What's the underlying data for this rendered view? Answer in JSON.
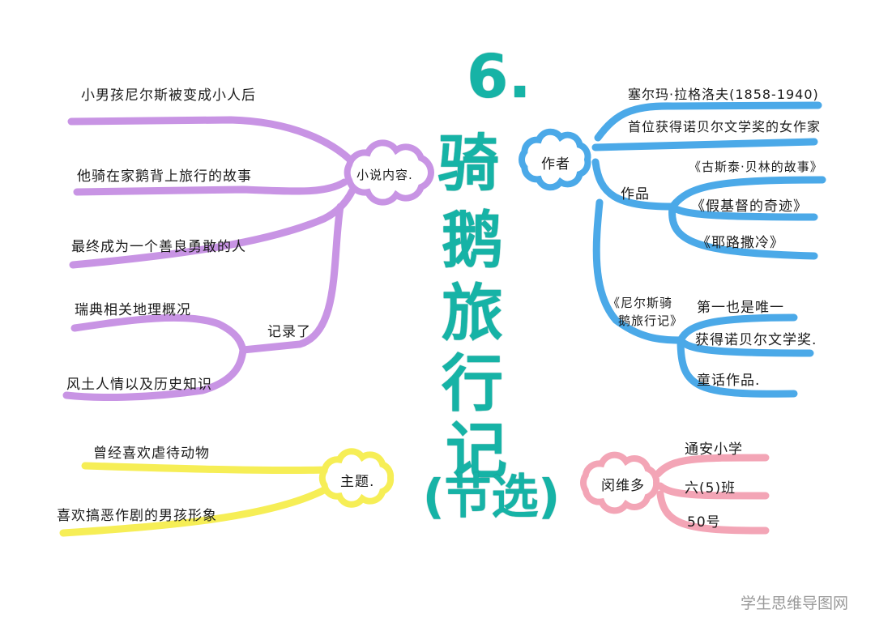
{
  "title": {
    "number": "6.",
    "chars": [
      "骑",
      "鹅",
      "旅",
      "行",
      "记"
    ],
    "subtitle": "(节选)"
  },
  "colors": {
    "purple": "#c894e4",
    "blue": "#4ba9e8",
    "yellow": "#f6ee56",
    "pink": "#f3a5b6",
    "teal": "#16b3a6"
  },
  "novel_content": {
    "label": "小说内容.",
    "items": [
      "小男孩尼尔斯被变成小人后",
      "他骑在家鹅背上旅行的故事",
      "最终成为一个善良勇敢的人"
    ],
    "records": {
      "label": "记录了",
      "items": [
        "瑞典相关地理概况",
        "风土人情以及历史知识"
      ]
    }
  },
  "author": {
    "label": "作者",
    "items": [
      "塞尔玛·拉格洛夫(1858-1940)",
      "首位获得诺贝尔文学奖的女作家"
    ],
    "works": {
      "label": "作品",
      "items": [
        "《古斯泰·贝林的故事》",
        "《假基督的奇迹》",
        "《耶路撒冷》"
      ]
    },
    "book": {
      "label_line1": "《尼尔斯骑",
      "label_line2": "鹅旅行记》",
      "items": [
        "第一也是唯一",
        "获得诺贝尔文学奖.",
        "童话作品."
      ]
    }
  },
  "theme": {
    "label": "主题.",
    "items": [
      "曾经喜欢虐待动物",
      "喜欢搞恶作剧的男孩形象"
    ]
  },
  "student": {
    "name": "闵维多",
    "items": [
      "通安小学",
      "六(5)班",
      "50号"
    ]
  },
  "watermark": "学生思维导图网"
}
